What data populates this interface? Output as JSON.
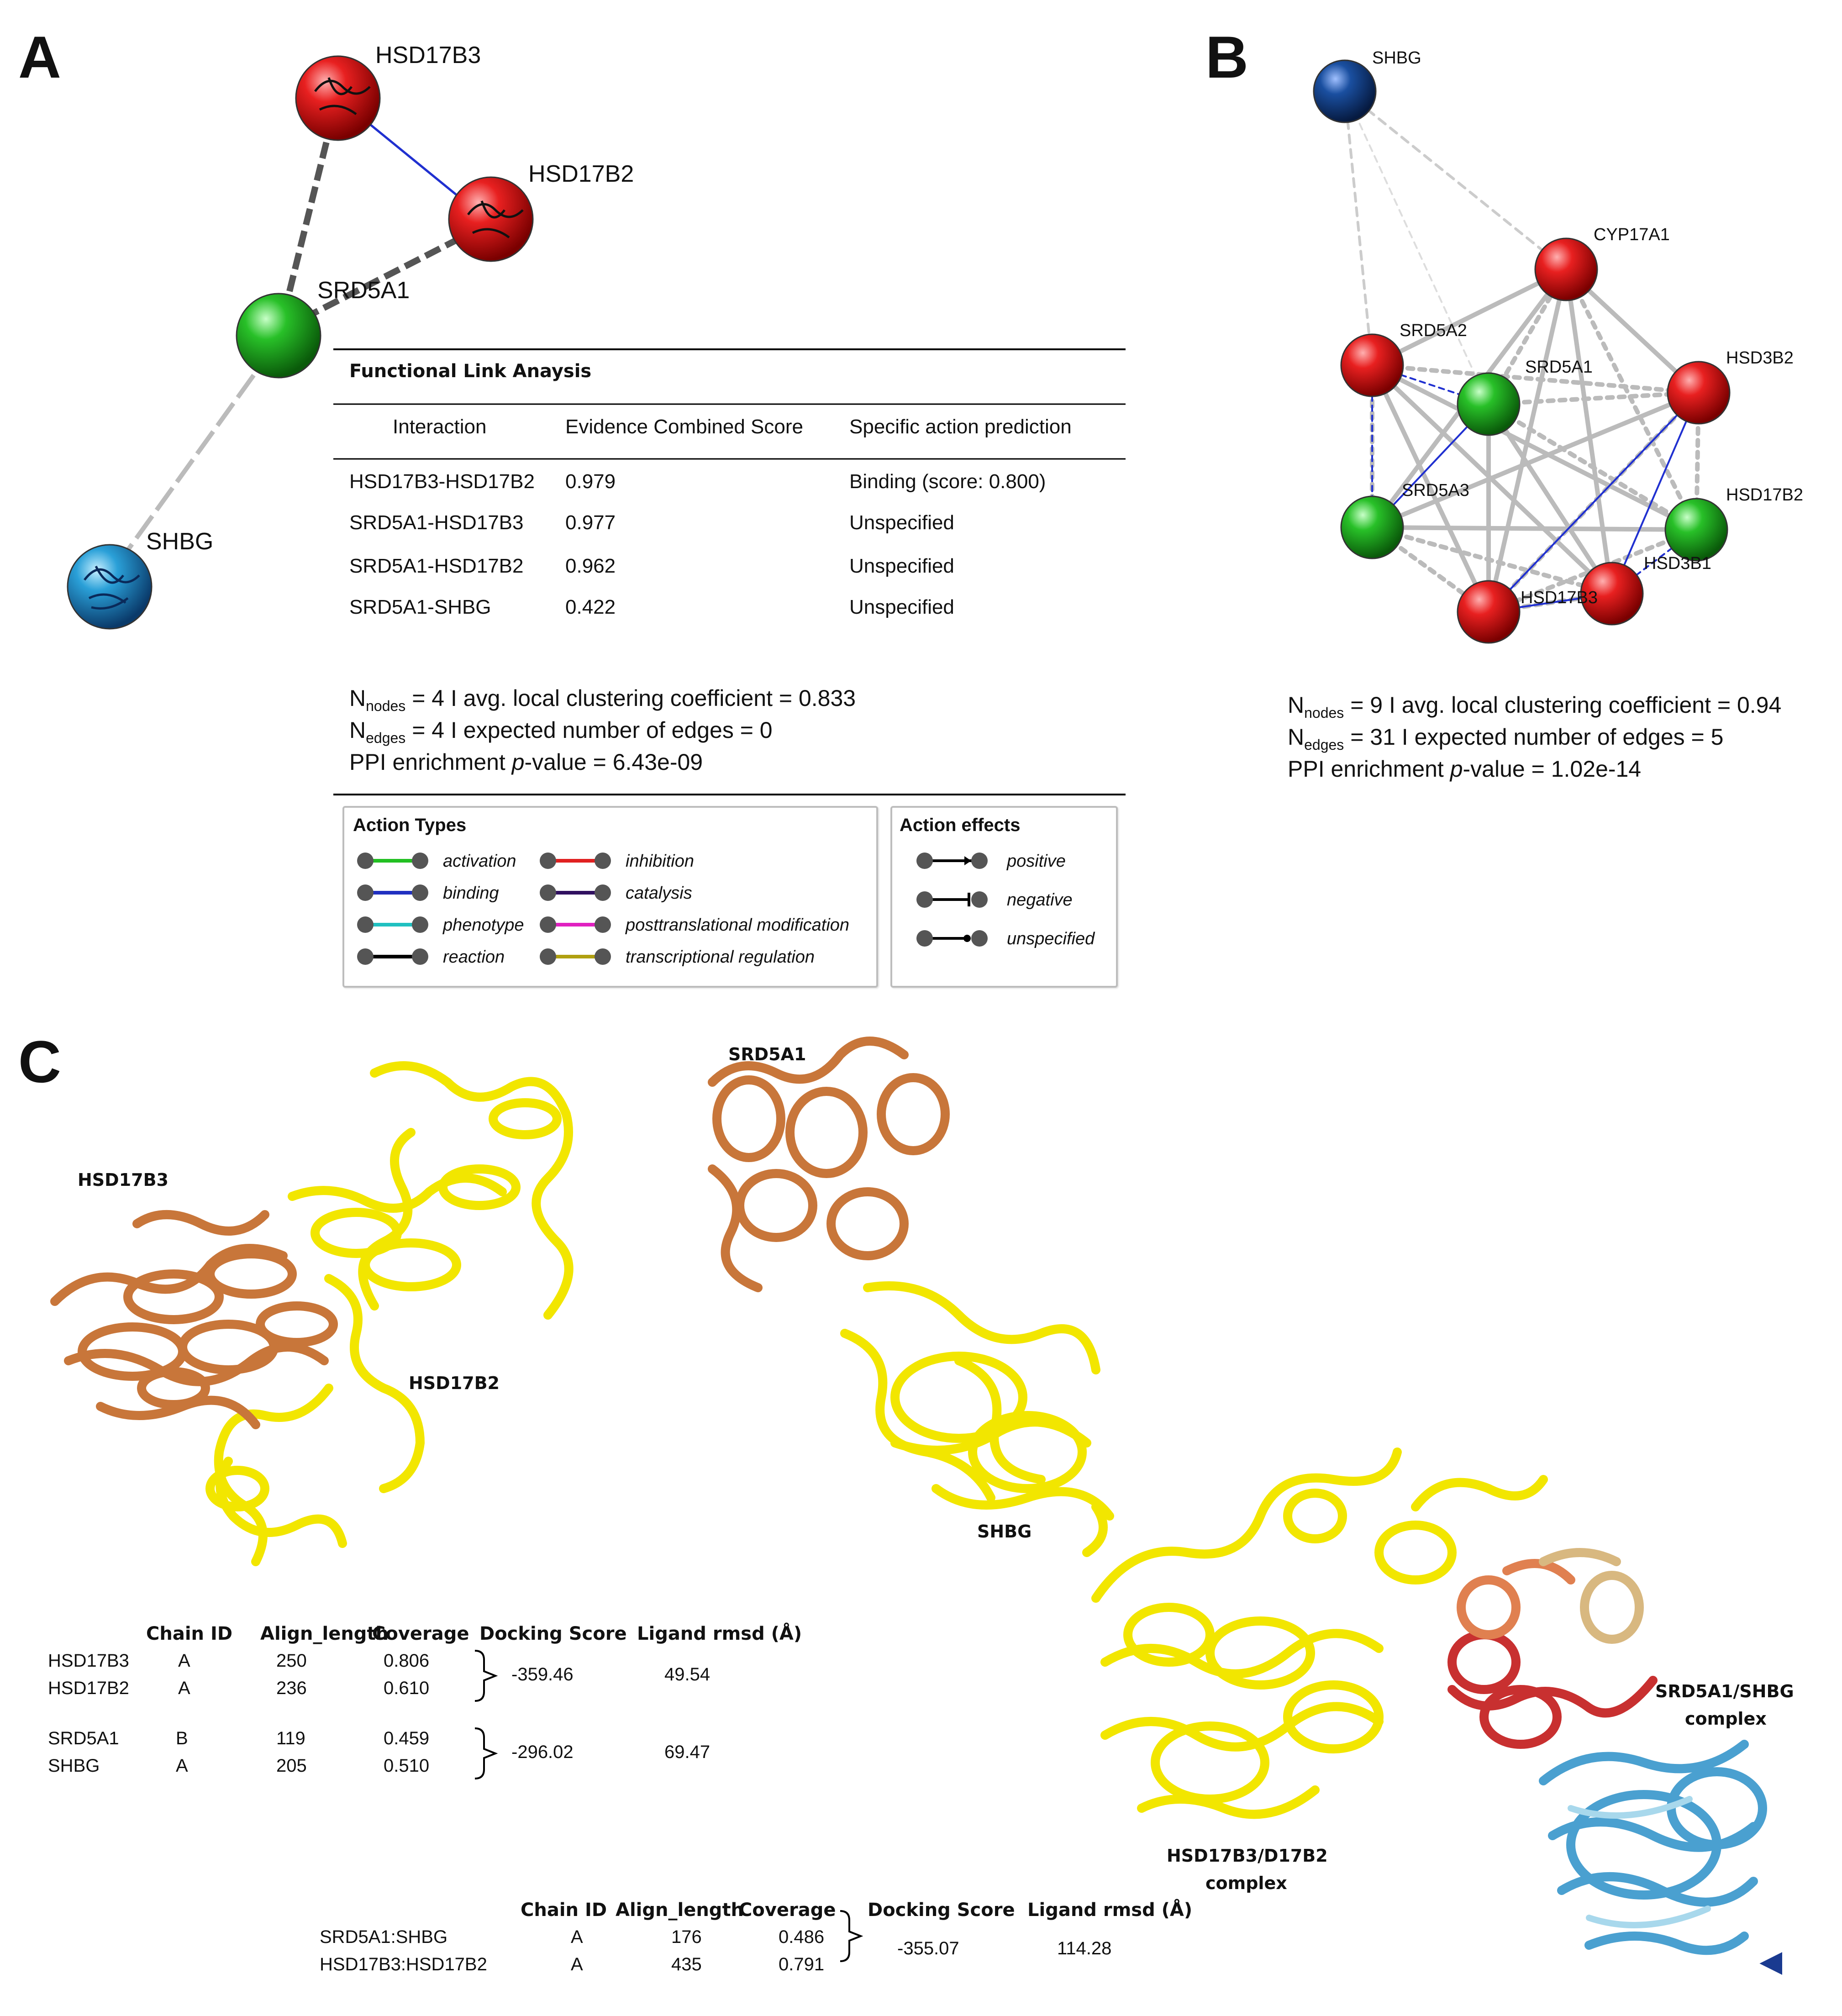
{
  "panels": {
    "a": "A",
    "b": "B",
    "c": "C"
  },
  "panel_a": {
    "nodes": [
      {
        "name": "HSD17B3",
        "color": "#e02020"
      },
      {
        "name": "HSD17B2",
        "color": "#e02020"
      },
      {
        "name": "SRD5A1",
        "color": "#22b022"
      },
      {
        "name": "SHBG",
        "color": "#2a9fd6"
      }
    ],
    "table": {
      "title": "Functional Link Anaysis",
      "headers": [
        "Interaction",
        "Evidence Combined Score",
        "Specific action prediction"
      ],
      "rows": [
        [
          "HSD17B3-HSD17B2",
          "0.979",
          "Binding (score: 0.800)"
        ],
        [
          "SRD5A1-HSD17B3",
          "0.977",
          "Unspecified"
        ],
        [
          "SRD5A1-HSD17B2",
          "0.962",
          "Unspecified"
        ],
        [
          "SRD5A1-SHBG",
          "0.422",
          "Unspecified"
        ]
      ]
    },
    "stats": {
      "n_label": "N",
      "nodes_sub": "nodes",
      "edges_sub": "edges",
      "line1_rest": " = 4 I avg. local clustering coefficient = 0.833",
      "line2_rest": " = 4 I expected number of edges = 0",
      "ppi_prefix": "PPI enrichment ",
      "ppi_p": "p",
      "ppi_rest": "-value = 6.43e-09"
    },
    "legend": {
      "action_types_title": "Action Types",
      "action_types": [
        {
          "label": "activation",
          "color": "#22c022"
        },
        {
          "label": "inhibition",
          "color": "#e02020"
        },
        {
          "label": "binding",
          "color": "#2030c0"
        },
        {
          "label": "catalysis",
          "color": "#301060"
        },
        {
          "label": "phenotype",
          "color": "#20c0c0"
        },
        {
          "label": "posttranslational modification",
          "color": "#e020c0"
        },
        {
          "label": "reaction",
          "color": "#000000"
        },
        {
          "label": "transcriptional regulation",
          "color": "#b0a010"
        }
      ],
      "action_effects_title": "Action effects",
      "action_effects": [
        {
          "label": "positive"
        },
        {
          "label": "negative"
        },
        {
          "label": "unspecified"
        }
      ]
    }
  },
  "panel_b": {
    "nodes": [
      {
        "name": "SHBG",
        "color": "#1a4fa0"
      },
      {
        "name": "CYP17A1",
        "color": "#e02020"
      },
      {
        "name": "SRD5A2",
        "color": "#e02020"
      },
      {
        "name": "SRD5A1",
        "color": "#22b022"
      },
      {
        "name": "HSD3B2",
        "color": "#e02020"
      },
      {
        "name": "SRD5A3",
        "color": "#22b022"
      },
      {
        "name": "HSD17B2",
        "color": "#22b022"
      },
      {
        "name": "HSD3B1",
        "color": "#e02020"
      },
      {
        "name": "HSD17B3",
        "color": "#e02020"
      }
    ],
    "stats": {
      "n_label": "N",
      "nodes_sub": "nodes",
      "edges_sub": "edges",
      "line1_rest": " = 9 I avg. local clustering coefficient = 0.94",
      "line2_rest": " = 31 I expected number of edges = 5",
      "ppi_prefix": "PPI enrichment ",
      "ppi_p": "p",
      "ppi_rest": "-value = 1.02e-14"
    }
  },
  "panel_c": {
    "labels": {
      "hsd17b3": "HSD17B3",
      "hsd17b2": "HSD17B2",
      "srd5a1": "SRD5A1",
      "shbg": "SHBG",
      "complex1_line1": "SRD5A1/SHBG",
      "complex1_line2": "complex",
      "complex2_line1": "HSD17B3/D17B2",
      "complex2_line2": "complex"
    },
    "table1": {
      "headers": [
        "Chain ID",
        "Align_length",
        "Coverage",
        "Docking Score",
        "Ligand rmsd (Å)"
      ],
      "groups": [
        {
          "rows": [
            [
              "HSD17B3",
              "A",
              "250",
              "0.806"
            ],
            [
              "HSD17B2",
              "A",
              "236",
              "0.610"
            ]
          ],
          "docking": "-359.46",
          "rmsd": "49.54"
        },
        {
          "rows": [
            [
              "SRD5A1",
              "B",
              "119",
              "0.459"
            ],
            [
              "SHBG",
              "A",
              "205",
              "0.510"
            ]
          ],
          "docking": "-296.02",
          "rmsd": "69.47"
        }
      ]
    },
    "table2": {
      "headers": [
        "Chain ID",
        "Align_length",
        "Coverage",
        "Docking Score",
        "Ligand rmsd (Å)"
      ],
      "rows": [
        [
          "SRD5A1:SHBG",
          "A",
          "176",
          "0.486"
        ],
        [
          "HSD17B3:HSD17B2",
          "A",
          "435",
          "0.791"
        ]
      ],
      "docking": "-355.07",
      "rmsd": "114.28"
    },
    "colors": {
      "orange": "#c8763a",
      "yellow": "#f2e600",
      "blue": "#4aa0d0",
      "red": "#c83030"
    }
  }
}
